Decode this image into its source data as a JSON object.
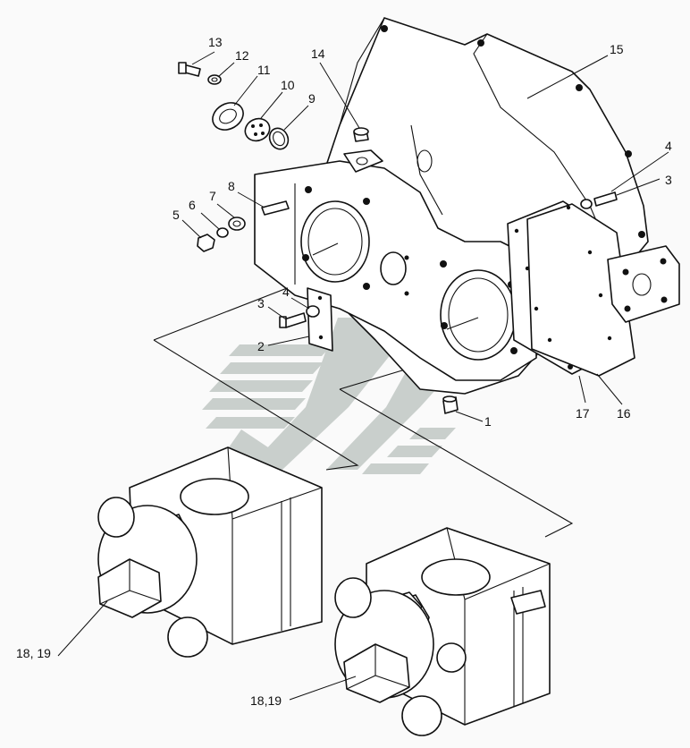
{
  "diagram": {
    "callouts": [
      {
        "id": "c1",
        "text": "1"
      },
      {
        "id": "c2",
        "text": "2"
      },
      {
        "id": "c3a",
        "text": "3"
      },
      {
        "id": "c3b",
        "text": "3"
      },
      {
        "id": "c4a",
        "text": "4"
      },
      {
        "id": "c4b",
        "text": "4"
      },
      {
        "id": "c5",
        "text": "5"
      },
      {
        "id": "c6",
        "text": "6"
      },
      {
        "id": "c7",
        "text": "7"
      },
      {
        "id": "c8",
        "text": "8"
      },
      {
        "id": "c9",
        "text": "9"
      },
      {
        "id": "c10",
        "text": "10"
      },
      {
        "id": "c11",
        "text": "11"
      },
      {
        "id": "c12",
        "text": "12"
      },
      {
        "id": "c13",
        "text": "13"
      },
      {
        "id": "c14",
        "text": "14"
      },
      {
        "id": "c15",
        "text": "15"
      },
      {
        "id": "c16",
        "text": "16"
      },
      {
        "id": "c17",
        "text": "17"
      },
      {
        "id": "c18a",
        "text": "18, 19"
      },
      {
        "id": "c18b",
        "text": "18,19"
      }
    ]
  }
}
